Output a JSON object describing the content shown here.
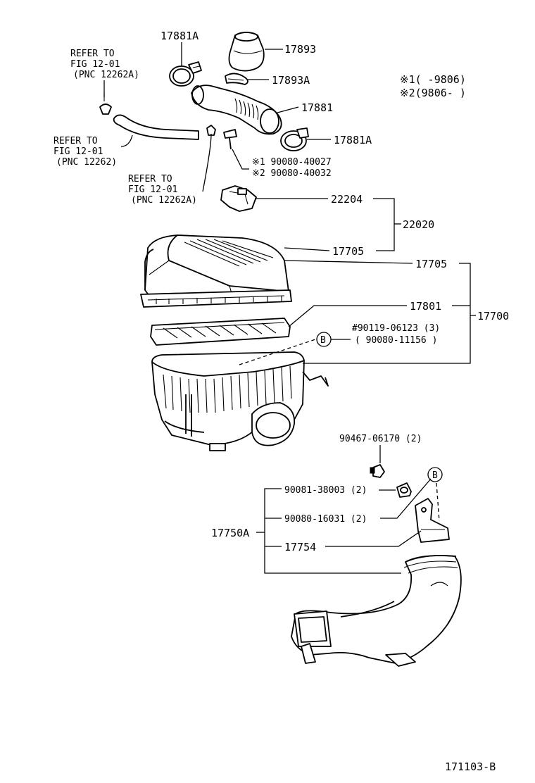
{
  "labels": {
    "p17881a_top": "17881A",
    "p17893": "17893",
    "p17893a": "17893A",
    "p17881": "17881",
    "p17881a_right": "17881A",
    "note1_line1": "※1(     -9806)",
    "note1_line2": "※2(9806-     )",
    "ref1_l1": "REFER TO",
    "ref1_l2": "FIG 12-01",
    "ref1_l3": "(PNC 12262A)",
    "ref2_l1": "REFER TO",
    "ref2_l2": "FIG 12-01",
    "ref2_l3": "(PNC 12262)",
    "ref3_l1": "REFER TO",
    "ref3_l2": "FIG 12-01",
    "ref3_l3": "(PNC 12262A)",
    "bolt_opt1": "※1 90080-40027",
    "bolt_opt2": "※2 90080-40032",
    "p22204": "22204",
    "p22020": "22020",
    "p17705_a": "17705",
    "p17705_b": "17705",
    "p17801": "17801",
    "p17700": "17700",
    "clip_a": "#90119-06123 (3)",
    "clip_b": "( 90080-11156 )",
    "callout_b1": "B",
    "p90467": "90467-06170 (2)",
    "p90081": "90081-38003 (2)",
    "p90080": "90080-16031 (2)",
    "p17750a": "17750A",
    "p17754": "17754",
    "callout_b2": "B",
    "figure_code": "171103-B"
  }
}
